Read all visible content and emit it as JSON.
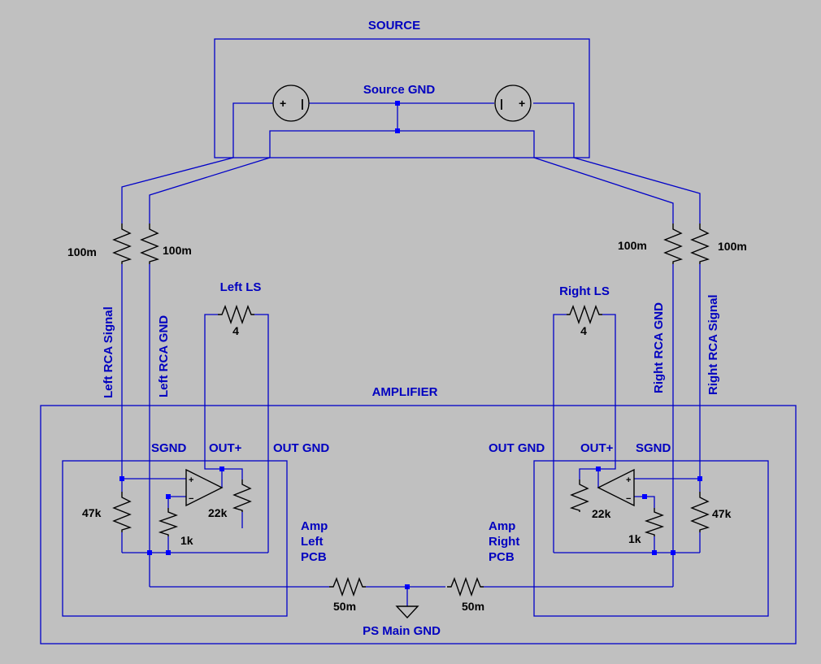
{
  "source": {
    "title": "SOURCE",
    "ground_label": "Source GND"
  },
  "amplifier": {
    "title": "AMPLIFIER",
    "left_pcb": {
      "line1": "Amp",
      "line2": "Left",
      "line3": "PCB"
    },
    "right_pcb": {
      "line1": "Amp",
      "line2": "Right",
      "line3": "PCB"
    },
    "ps_ground": "PS Main GND"
  },
  "wires": {
    "left_signal": "Left RCA Signal",
    "left_gnd": "Left RCA GND",
    "right_signal": "Right RCA Signal",
    "right_gnd": "Right RCA GND"
  },
  "cable_resistors": {
    "left_signal": "100m",
    "left_gnd": "100m",
    "right_gnd": "100m",
    "right_signal": "100m"
  },
  "speakers": {
    "left": {
      "name": "Left LS",
      "value": "4"
    },
    "right": {
      "name": "Right LS",
      "value": "4"
    }
  },
  "ports": {
    "sgnd": "SGND",
    "out_plus": "OUT+",
    "out_gnd": "OUT GND"
  },
  "left_amp": {
    "input_resistor": "47k",
    "feedback_resistor": "22k",
    "gain_resistor": "1k"
  },
  "right_amp": {
    "input_resistor": "47k",
    "feedback_resistor": "22k",
    "gain_resistor": "1k"
  },
  "ground_resistors": {
    "left": "50m",
    "right": "50m"
  },
  "source_symbols": {
    "left_plus": "+",
    "left_minus": "|",
    "right_minus": "|",
    "right_plus": "+"
  },
  "opamp_symbols": {
    "plus": "+",
    "minus": "−"
  }
}
